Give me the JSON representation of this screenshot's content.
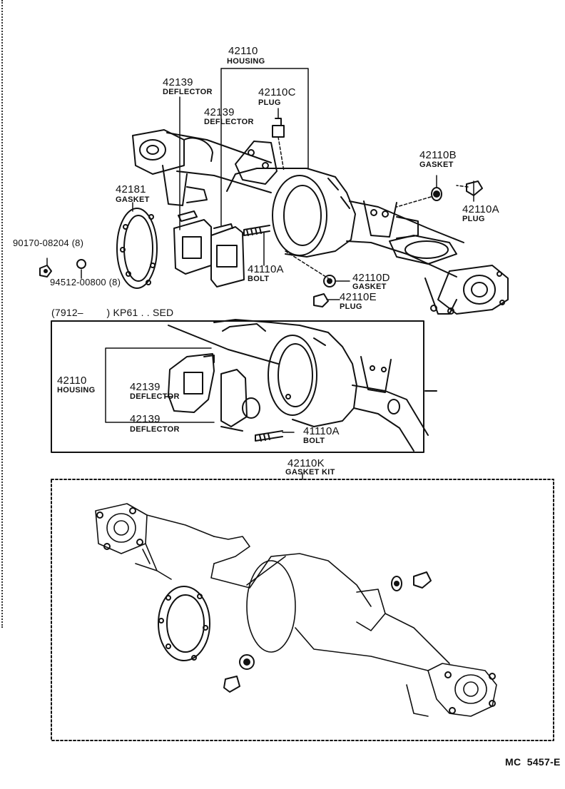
{
  "main": {
    "housing": {
      "part": "42110",
      "name": "HOUSING"
    },
    "deflector_left": {
      "part": "42139",
      "name": "DEFLECTOR"
    },
    "deflector_center": {
      "part": "42139",
      "name": "DEFLECTOR"
    },
    "plug_c": {
      "part": "42110C",
      "name": "PLUG"
    },
    "gasket_b": {
      "part": "42110B",
      "name": "GASKET"
    },
    "plug_a": {
      "part": "42110A",
      "name": "PLUG"
    },
    "gasket_181": {
      "part": "42181",
      "name": "GASKET"
    },
    "nut": {
      "part": "90170-08204 (8)"
    },
    "washer": {
      "part": "94512-00800 (8)"
    },
    "bolt": {
      "part": "41110A",
      "name": "BOLT"
    },
    "gasket_d": {
      "part": "42110D",
      "name": "GASKET"
    },
    "plug_e": {
      "part": "42110E",
      "name": "PLUG"
    }
  },
  "inset": {
    "title": "(7912–        ) KP61 . . SED",
    "housing": {
      "part": "42110",
      "name": "HOUSING"
    },
    "deflector_upper": {
      "part": "42139",
      "name": "DEFLECTOR"
    },
    "deflector_lower": {
      "part": "42139",
      "name": "DEFLECTOR"
    },
    "bolt": {
      "part": "41110A",
      "name": "BOLT"
    }
  },
  "kit": {
    "part": "42110K",
    "name": "GASKET KIT"
  },
  "footer": {
    "code": "MC  5457-E"
  }
}
